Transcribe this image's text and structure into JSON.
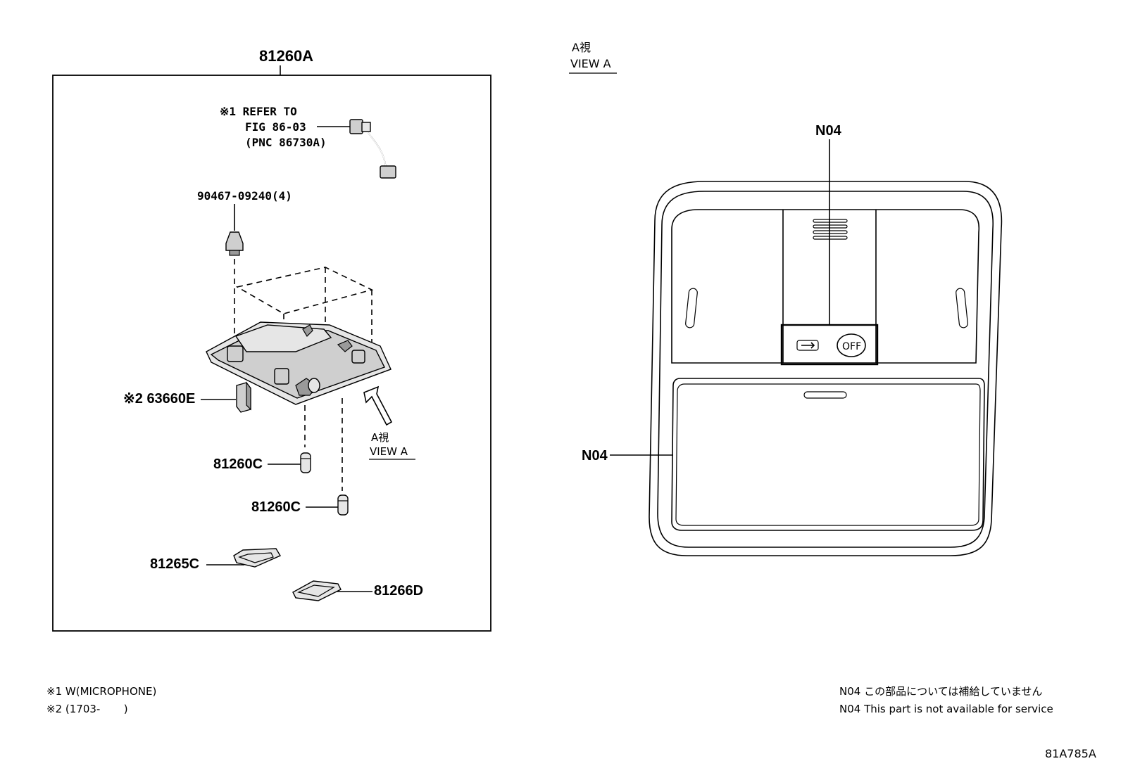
{
  "diagram": {
    "assembly_label": "81260A",
    "refer_note": {
      "line1": "※1 REFER TO",
      "line2": "FIG 86-03",
      "line3": "(PNC 86730A)"
    },
    "clip_label": "90467-09240(4)",
    "part_63660E": "※2 63660E",
    "part_81260C_1": "81260C",
    "part_81260C_2": "81260C",
    "part_81265C": "81265C",
    "part_81266D": "81266D",
    "view_arrow_label": {
      "jp": "A視",
      "en": "VIEW A"
    },
    "view_title": {
      "jp": "A視",
      "en": "VIEW A"
    },
    "n04_top": "N04",
    "n04_left": "N04",
    "off_button": "OFF"
  },
  "footnotes": {
    "note1": "※1 W(MICROPHONE)",
    "note2": "※2 (1703-       )"
  },
  "service_notes": {
    "jp": "N04 この部品については補給していません",
    "en": "N04 This part is not available for service"
  },
  "figure_code": "81A785A"
}
